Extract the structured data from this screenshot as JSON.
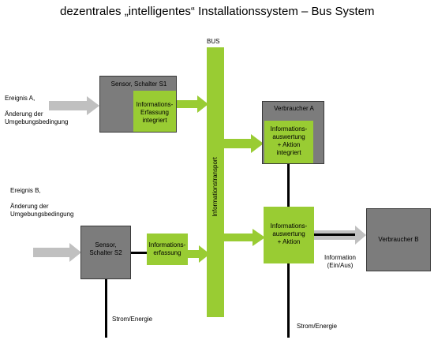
{
  "title": "dezentrales „intelligentes“ Installationssystem – Bus System",
  "bus_label": "BUS",
  "bus_vertical_text": "Informationstransport",
  "event_a": {
    "line1": "Ereignis A,",
    "line2": "Änderung der",
    "line3": "Umgebungsbedingung"
  },
  "event_b": {
    "line1": "Ereignis B,",
    "line2": "Änderung der",
    "line3": "Umgebungsbedingung"
  },
  "sensor_s1": {
    "title": "Sensor, Schalter S1",
    "info_l1": "Informations-",
    "info_l2": "Erfassung",
    "info_l3": "integriert"
  },
  "sensor_s2": {
    "l1": "Sensor,",
    "l2": "Schalter S2"
  },
  "erfassung_b": {
    "l1": "Informations-",
    "l2": "erfassung"
  },
  "consumer_a": {
    "title": "Verbraucher A",
    "l1": "Informations-",
    "l2": "auswertung",
    "l3": "+ Aktion",
    "l4": "integriert"
  },
  "auswertung_b": {
    "l1": "Informations-",
    "l2": "auswertung",
    "l3": "+ Aktion"
  },
  "consumer_b": {
    "title": "Verbraucher B"
  },
  "information_label": {
    "l1": "Information",
    "l2": "(Ein/Aus)"
  },
  "power_left": "Strom/Energie",
  "power_right": "Strom/Energie",
  "colors": {
    "green": "#99cc33",
    "grey_box": "#7c7c7c",
    "arrow_grey": "#c0c0c0",
    "line": "#000000"
  }
}
